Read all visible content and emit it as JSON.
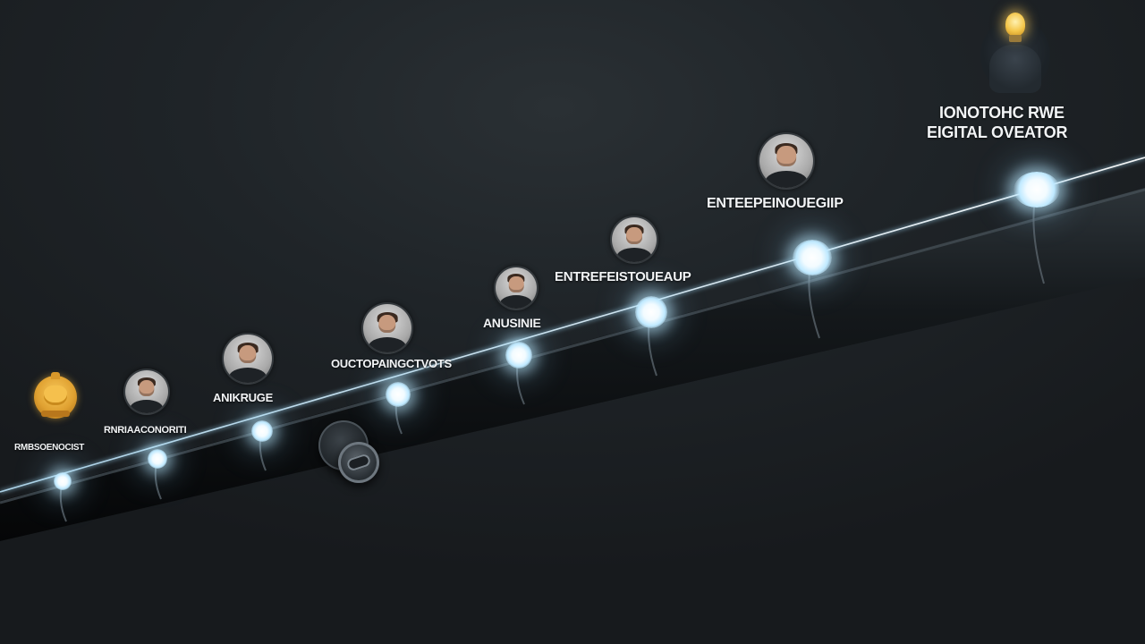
{
  "milestones": [
    {
      "label": "RMBSOENOCIST"
    },
    {
      "label": "RNRIAACONORITI"
    },
    {
      "label": "ANIKRUGE"
    },
    {
      "label": "OUCTOPAINGCTVOTS"
    },
    {
      "label": "ANUSINIE"
    },
    {
      "label": "ENTREFEISTOUEAUP"
    },
    {
      "label": "ENTEEPEINOUEGIIP"
    },
    {
      "label_line1": "IONOTOHC RWE",
      "label_line2": "EIGITAL OVEATOR"
    }
  ],
  "icons": {
    "first": "trophy-icon",
    "last": "lightbulb-figure-icon",
    "knob": "dial-knob-icon",
    "avatars": "person-avatar-icon"
  },
  "colors": {
    "background": "#1a1e21",
    "pipe": "#0d1012",
    "glow": "#c9efff",
    "text": "#f2f4f6",
    "gold": "#e0a131"
  }
}
